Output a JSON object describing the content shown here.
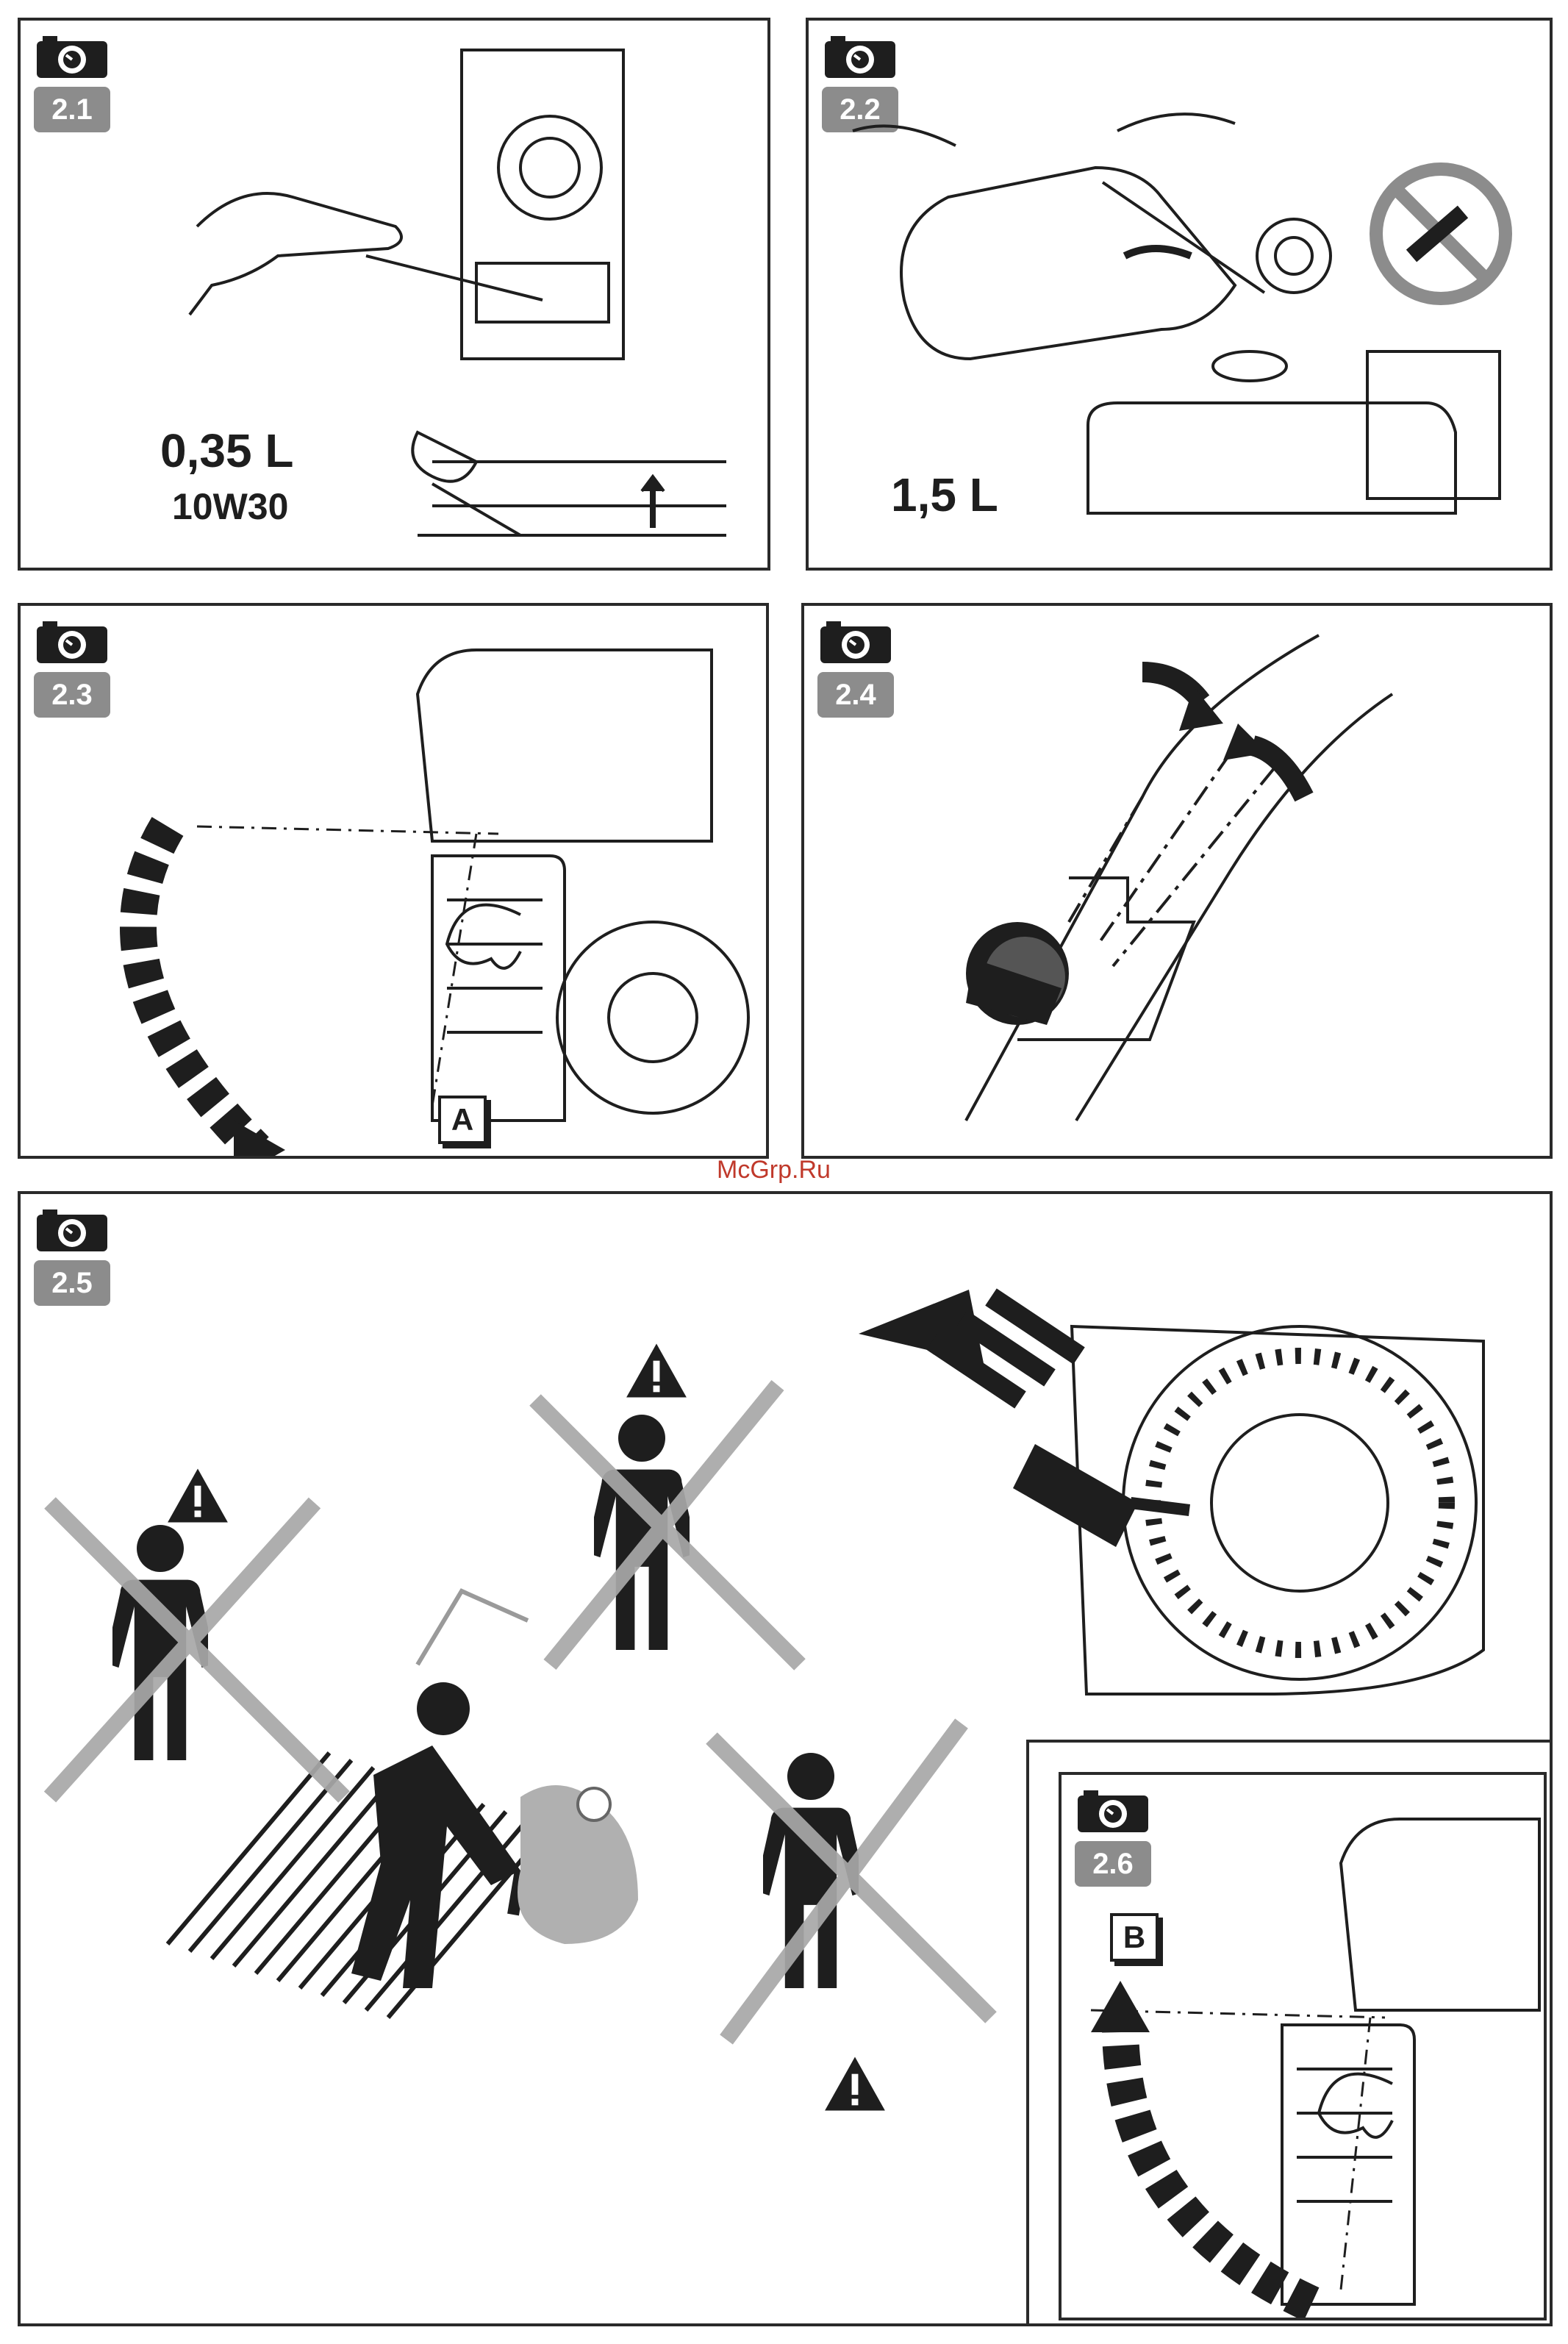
{
  "watermark": "McGrp.Ru",
  "colors": {
    "line": "#1e1e1e",
    "tag_bg": "#8c8c8c",
    "cross": "#a8a8a8",
    "watermark": "#c0392b"
  },
  "panels": {
    "p21": {
      "number": "2.1",
      "volume": "0,35 L",
      "oil_grade": "10W30",
      "icon": "camera-icon"
    },
    "p22": {
      "number": "2.2",
      "volume": "1,5 L",
      "icon": "camera-icon",
      "sign": "no-smoking-icon"
    },
    "p23": {
      "number": "2.3",
      "icon": "camera-icon",
      "position_label": "A"
    },
    "p24": {
      "number": "2.4",
      "icon": "camera-icon"
    },
    "p25": {
      "number": "2.5",
      "icon": "camera-icon",
      "warning_icon": "warning-icon"
    },
    "p26": {
      "number": "2.6",
      "icon": "camera-icon",
      "position_label": "B"
    }
  }
}
